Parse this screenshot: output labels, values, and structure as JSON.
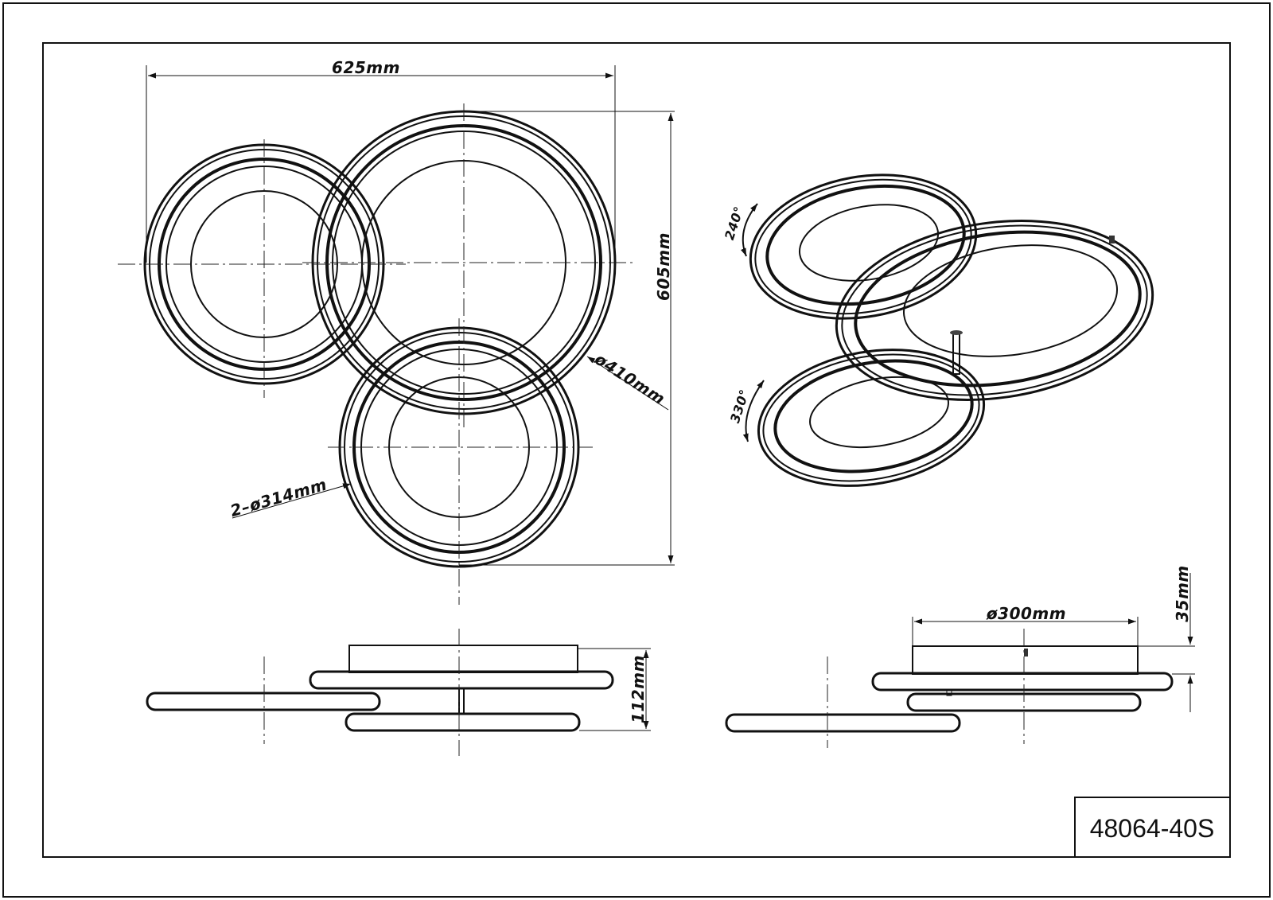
{
  "dimensions": {
    "width_top": "625mm",
    "height_top": "605mm",
    "large_ring_diameter": "ø410mm",
    "small_rings_diameter": "2–ø314mm",
    "rotation_upper": "240°",
    "rotation_lower": "330°",
    "side_height": "112mm",
    "canopy_diameter": "ø300mm",
    "canopy_height": "35mm"
  },
  "product_code": "48064-40S"
}
